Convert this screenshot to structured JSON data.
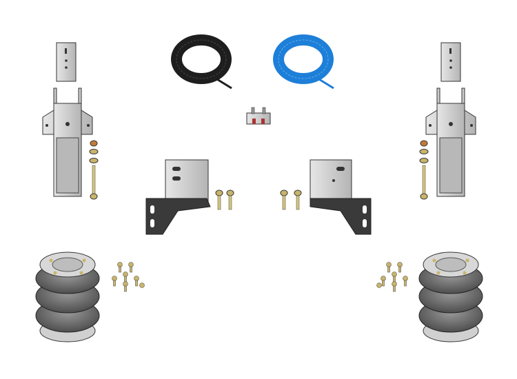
{
  "colors": {
    "background": "#ffffff",
    "steel": "#c8c8c8",
    "steel_dark": "#8a8a8a",
    "outline": "#333333",
    "black_tube": "#1e1e1e",
    "blue_tube": "#1e7fd8",
    "bracket_black": "#3a3a3a",
    "brass": "#c9b46a",
    "nut_copper": "#c07a3a",
    "rubber": "#6f6f6f"
  },
  "parts": [
    {
      "name": "spacer-plate",
      "count": 2
    },
    {
      "name": "frame-bracket",
      "count": 2
    },
    {
      "name": "air-line-black"
    },
    {
      "name": "air-line-blue"
    },
    {
      "name": "inflation-valve-block"
    },
    {
      "name": "axle-bracket",
      "count": 2
    },
    {
      "name": "air-spring",
      "count": 2
    },
    {
      "name": "bolt-set"
    }
  ]
}
